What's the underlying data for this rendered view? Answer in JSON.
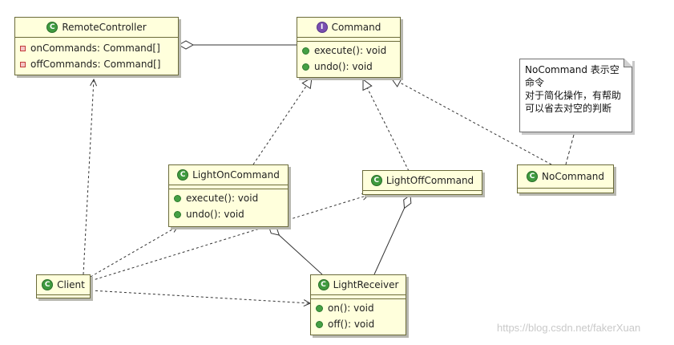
{
  "classes": {
    "remote_controller": {
      "name": "RemoteController",
      "badge": "C",
      "fields": [
        "onCommands: Command[]",
        "offCommands: Command[]"
      ]
    },
    "command": {
      "name": "Command",
      "badge": "I",
      "methods": [
        "execute(): void",
        "undo(): void"
      ]
    },
    "light_on_command": {
      "name": "LightOnCommand",
      "badge": "C",
      "methods": [
        "execute(): void",
        "undo(): void"
      ]
    },
    "light_off_command": {
      "name": "LightOffCommand",
      "badge": "C"
    },
    "no_command": {
      "name": "NoCommand",
      "badge": "C"
    },
    "client": {
      "name": "Client",
      "badge": "C"
    },
    "light_receiver": {
      "name": "LightReceiver",
      "badge": "C",
      "methods": [
        "on(): void",
        "off(): void"
      ]
    }
  },
  "note": {
    "lines": [
      "NoCommand 表示空",
      "命令",
      "对于简化操作，有帮助",
      "可以省去对空的判断"
    ]
  },
  "watermark": "https://blog.csdn.net/fakerXuan",
  "colors": {
    "class_fill": "#ffffdc",
    "class_border": "#6b6b3a",
    "class_badge": "#3f9a3f",
    "interface_badge": "#7a4fb0",
    "method_dot": "#45a045",
    "field_square": "#c23b3b"
  }
}
